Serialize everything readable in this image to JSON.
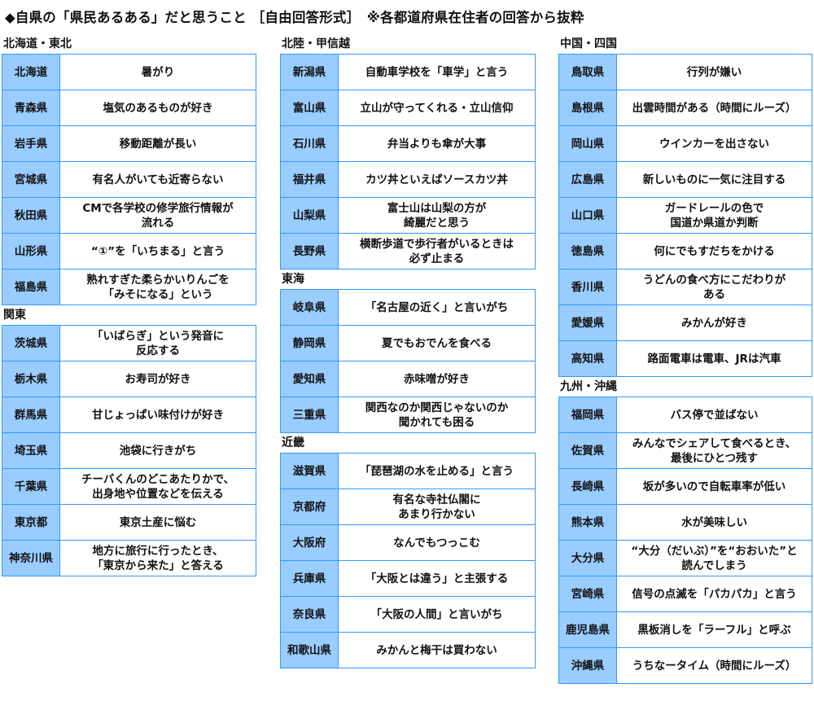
{
  "title": "◆自県の「県民あるある」だと思うこと ［自由回答形式］　※各都道府県在住者の回答から抜粋",
  "columns": [
    [
      {
        "region": "北海道・東北",
        "rows": [
          {
            "pref": "北海道",
            "text": "暑がり"
          },
          {
            "pref": "青森県",
            "text": "塩気のあるものが好き"
          },
          {
            "pref": "岩手県",
            "text": "移動距離が長い"
          },
          {
            "pref": "宮城県",
            "text": "有名人がいても近寄らない"
          },
          {
            "pref": "秋田県",
            "text": "CMで各学校の修学旅行情報が\n流れる"
          },
          {
            "pref": "山形県",
            "text": "“①”を「いちまる」と言う"
          },
          {
            "pref": "福島県",
            "text": "熟れすぎた柔らかいりんごを\n「みそになる」という"
          }
        ]
      },
      {
        "region": "関東",
        "rows": [
          {
            "pref": "茨城県",
            "text": "「いばらぎ」という発音に\n反応する"
          },
          {
            "pref": "栃木県",
            "text": "お寿司が好き"
          },
          {
            "pref": "群馬県",
            "text": "甘じょっぱい味付けが好き"
          },
          {
            "pref": "埼玉県",
            "text": "池袋に行きがち"
          },
          {
            "pref": "千葉県",
            "text": "チーバくんのどこあたりかで、\n出身地や位置などを伝える"
          },
          {
            "pref": "東京都",
            "text": "東京土産に悩む"
          },
          {
            "pref": "神奈川県",
            "text": "地方に旅行に行ったとき、\n「東京から来た」と答える"
          }
        ]
      }
    ],
    [
      {
        "region": "北陸・甲信越",
        "rows": [
          {
            "pref": "新潟県",
            "text": "自動車学校を「車学」と言う"
          },
          {
            "pref": "富山県",
            "text": "立山が守ってくれる・立山信仰"
          },
          {
            "pref": "石川県",
            "text": "弁当よりも傘が大事"
          },
          {
            "pref": "福井県",
            "text": "カツ丼といえばソースカツ丼"
          },
          {
            "pref": "山梨県",
            "text": "富士山は山梨の方が\n綺麗だと思う"
          },
          {
            "pref": "長野県",
            "text": "横断歩道で歩行者がいるときは\n必ず止まる"
          }
        ]
      },
      {
        "region": "東海",
        "rows": [
          {
            "pref": "岐阜県",
            "text": "「名古屋の近く」と言いがち"
          },
          {
            "pref": "静岡県",
            "text": "夏でもおでんを食べる"
          },
          {
            "pref": "愛知県",
            "text": "赤味噌が好き"
          },
          {
            "pref": "三重県",
            "text": "関西なのか関西じゃないのか\n聞かれても困る"
          }
        ]
      },
      {
        "region": "近畿",
        "rows": [
          {
            "pref": "滋賀県",
            "text": "「琵琶湖の水を止める」と言う"
          },
          {
            "pref": "京都府",
            "text": "有名な寺社仏閣に\nあまり行かない"
          },
          {
            "pref": "大阪府",
            "text": "なんでもつっこむ"
          },
          {
            "pref": "兵庫県",
            "text": "「大阪とは違う」と主張する"
          },
          {
            "pref": "奈良県",
            "text": "「大阪の人間」と言いがち"
          },
          {
            "pref": "和歌山県",
            "text": "みかんと梅干は買わない"
          }
        ]
      }
    ],
    [
      {
        "region": "中国・四国",
        "rows": [
          {
            "pref": "鳥取県",
            "text": "行列が嫌い"
          },
          {
            "pref": "島根県",
            "text": "出雲時間がある（時間にルーズ）"
          },
          {
            "pref": "岡山県",
            "text": "ウインカーを出さない"
          },
          {
            "pref": "広島県",
            "text": "新しいものに一気に注目する"
          },
          {
            "pref": "山口県",
            "text": "ガードレールの色で\n国道か県道か判断"
          },
          {
            "pref": "徳島県",
            "text": "何にでもすだちをかける"
          },
          {
            "pref": "香川県",
            "text": "うどんの食べ方にこだわりが\nある"
          },
          {
            "pref": "愛媛県",
            "text": "みかんが好き"
          },
          {
            "pref": "高知県",
            "text": "路面電車は電車、JRは汽車"
          }
        ]
      },
      {
        "region": "九州・沖縄",
        "rows": [
          {
            "pref": "福岡県",
            "text": "バス停で並ばない"
          },
          {
            "pref": "佐賀県",
            "text": "みんなでシェアして食べるとき、\n最後にひとつ残す"
          },
          {
            "pref": "長崎県",
            "text": "坂が多いので自転車率が低い"
          },
          {
            "pref": "熊本県",
            "text": "水が美味しい"
          },
          {
            "pref": "大分県",
            "text": "“大分（だいぶ）”を“おおいた”と\n読んでしまう"
          },
          {
            "pref": "宮崎県",
            "text": "信号の点滅を「パカパカ」と言う"
          },
          {
            "pref": "鹿児島県",
            "text": "黒板消しを「ラーフル」と呼ぶ"
          },
          {
            "pref": "沖縄県",
            "text": "うちなータイム（時間にルーズ）"
          }
        ]
      }
    ]
  ]
}
